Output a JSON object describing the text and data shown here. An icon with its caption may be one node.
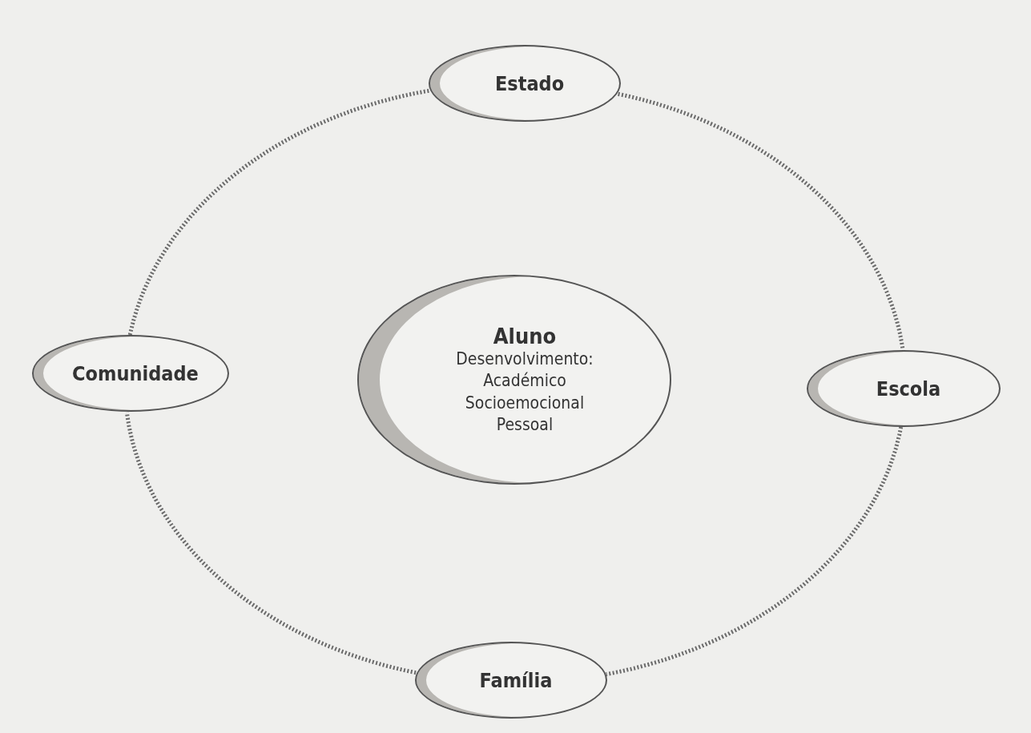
{
  "diagram": {
    "nodes": [
      {
        "text": [
          "Estado"
        ]
      },
      {
        "text": [
          "Comunidade"
        ]
      },
      {
        "text": [
          "Aluno",
          "Desenvolvimento:",
          "Académico",
          "Socioemocional",
          "Pessoal"
        ]
      },
      {
        "text": [
          "Escola"
        ]
      },
      {
        "text": [
          "Família"
        ]
      }
    ],
    "edges": [
      {
        "from": 0,
        "to": 3,
        "arrow": "none",
        "style": "dashed"
      },
      {
        "from": 3,
        "to": 4,
        "arrow": "none",
        "style": "dashed"
      },
      {
        "from": 4,
        "to": 1,
        "arrow": "none",
        "style": "dashed"
      },
      {
        "from": 1,
        "to": 0,
        "arrow": "none",
        "style": "dashed"
      }
    ]
  }
}
